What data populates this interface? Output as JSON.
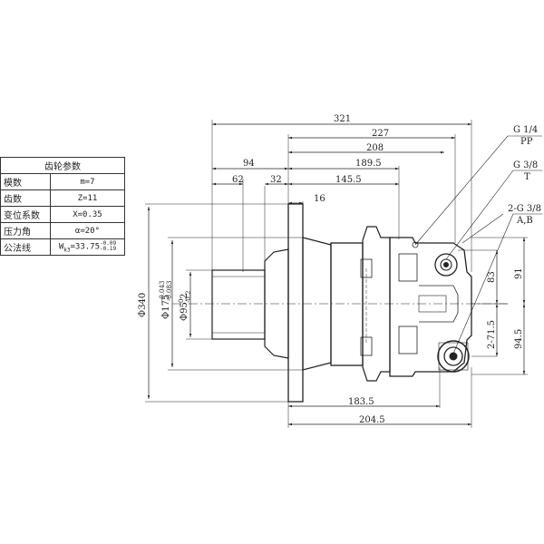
{
  "table": {
    "title": "齿轮参数",
    "rows": [
      {
        "label": "模数",
        "value": "m=7"
      },
      {
        "label": "齿数",
        "value": "Z=11"
      },
      {
        "label": "变位系数",
        "value": "X=0.35"
      },
      {
        "label": "压力角",
        "value": "α=20°"
      },
      {
        "label": "公法线",
        "value": "W",
        "value_sub": "k3",
        "value_main": "=33.75",
        "tol_upper": "-0.09",
        "tol_lower": "-0.19"
      }
    ]
  },
  "dims": {
    "d321": "321",
    "d227": "227",
    "d208": "208",
    "d189": "189.5",
    "d94": "94",
    "d1455": "145.5",
    "d62": "62",
    "d32": "32",
    "d16": "16",
    "d1835": "183.5",
    "d2045": "204.5",
    "d83": "83",
    "d91": "91",
    "d2715": "2-71.5",
    "d945": "94.5",
    "phi_outer": "Φ340",
    "phi_pilot": "Φ175",
    "phi_pilot_tol_u": "-0.043",
    "phi_pilot_tol_l": "-0.083",
    "phi_shaft": "Φ95.2",
    "phi_shaft_tol_u": "0",
    "phi_shaft_tol_l": "-0.2"
  },
  "ports": {
    "g14": "G 1/4",
    "pp": "PP",
    "g38": "G 3/8",
    "t": "T",
    "g238": "2-G 3/8",
    "ab": "A,B"
  }
}
